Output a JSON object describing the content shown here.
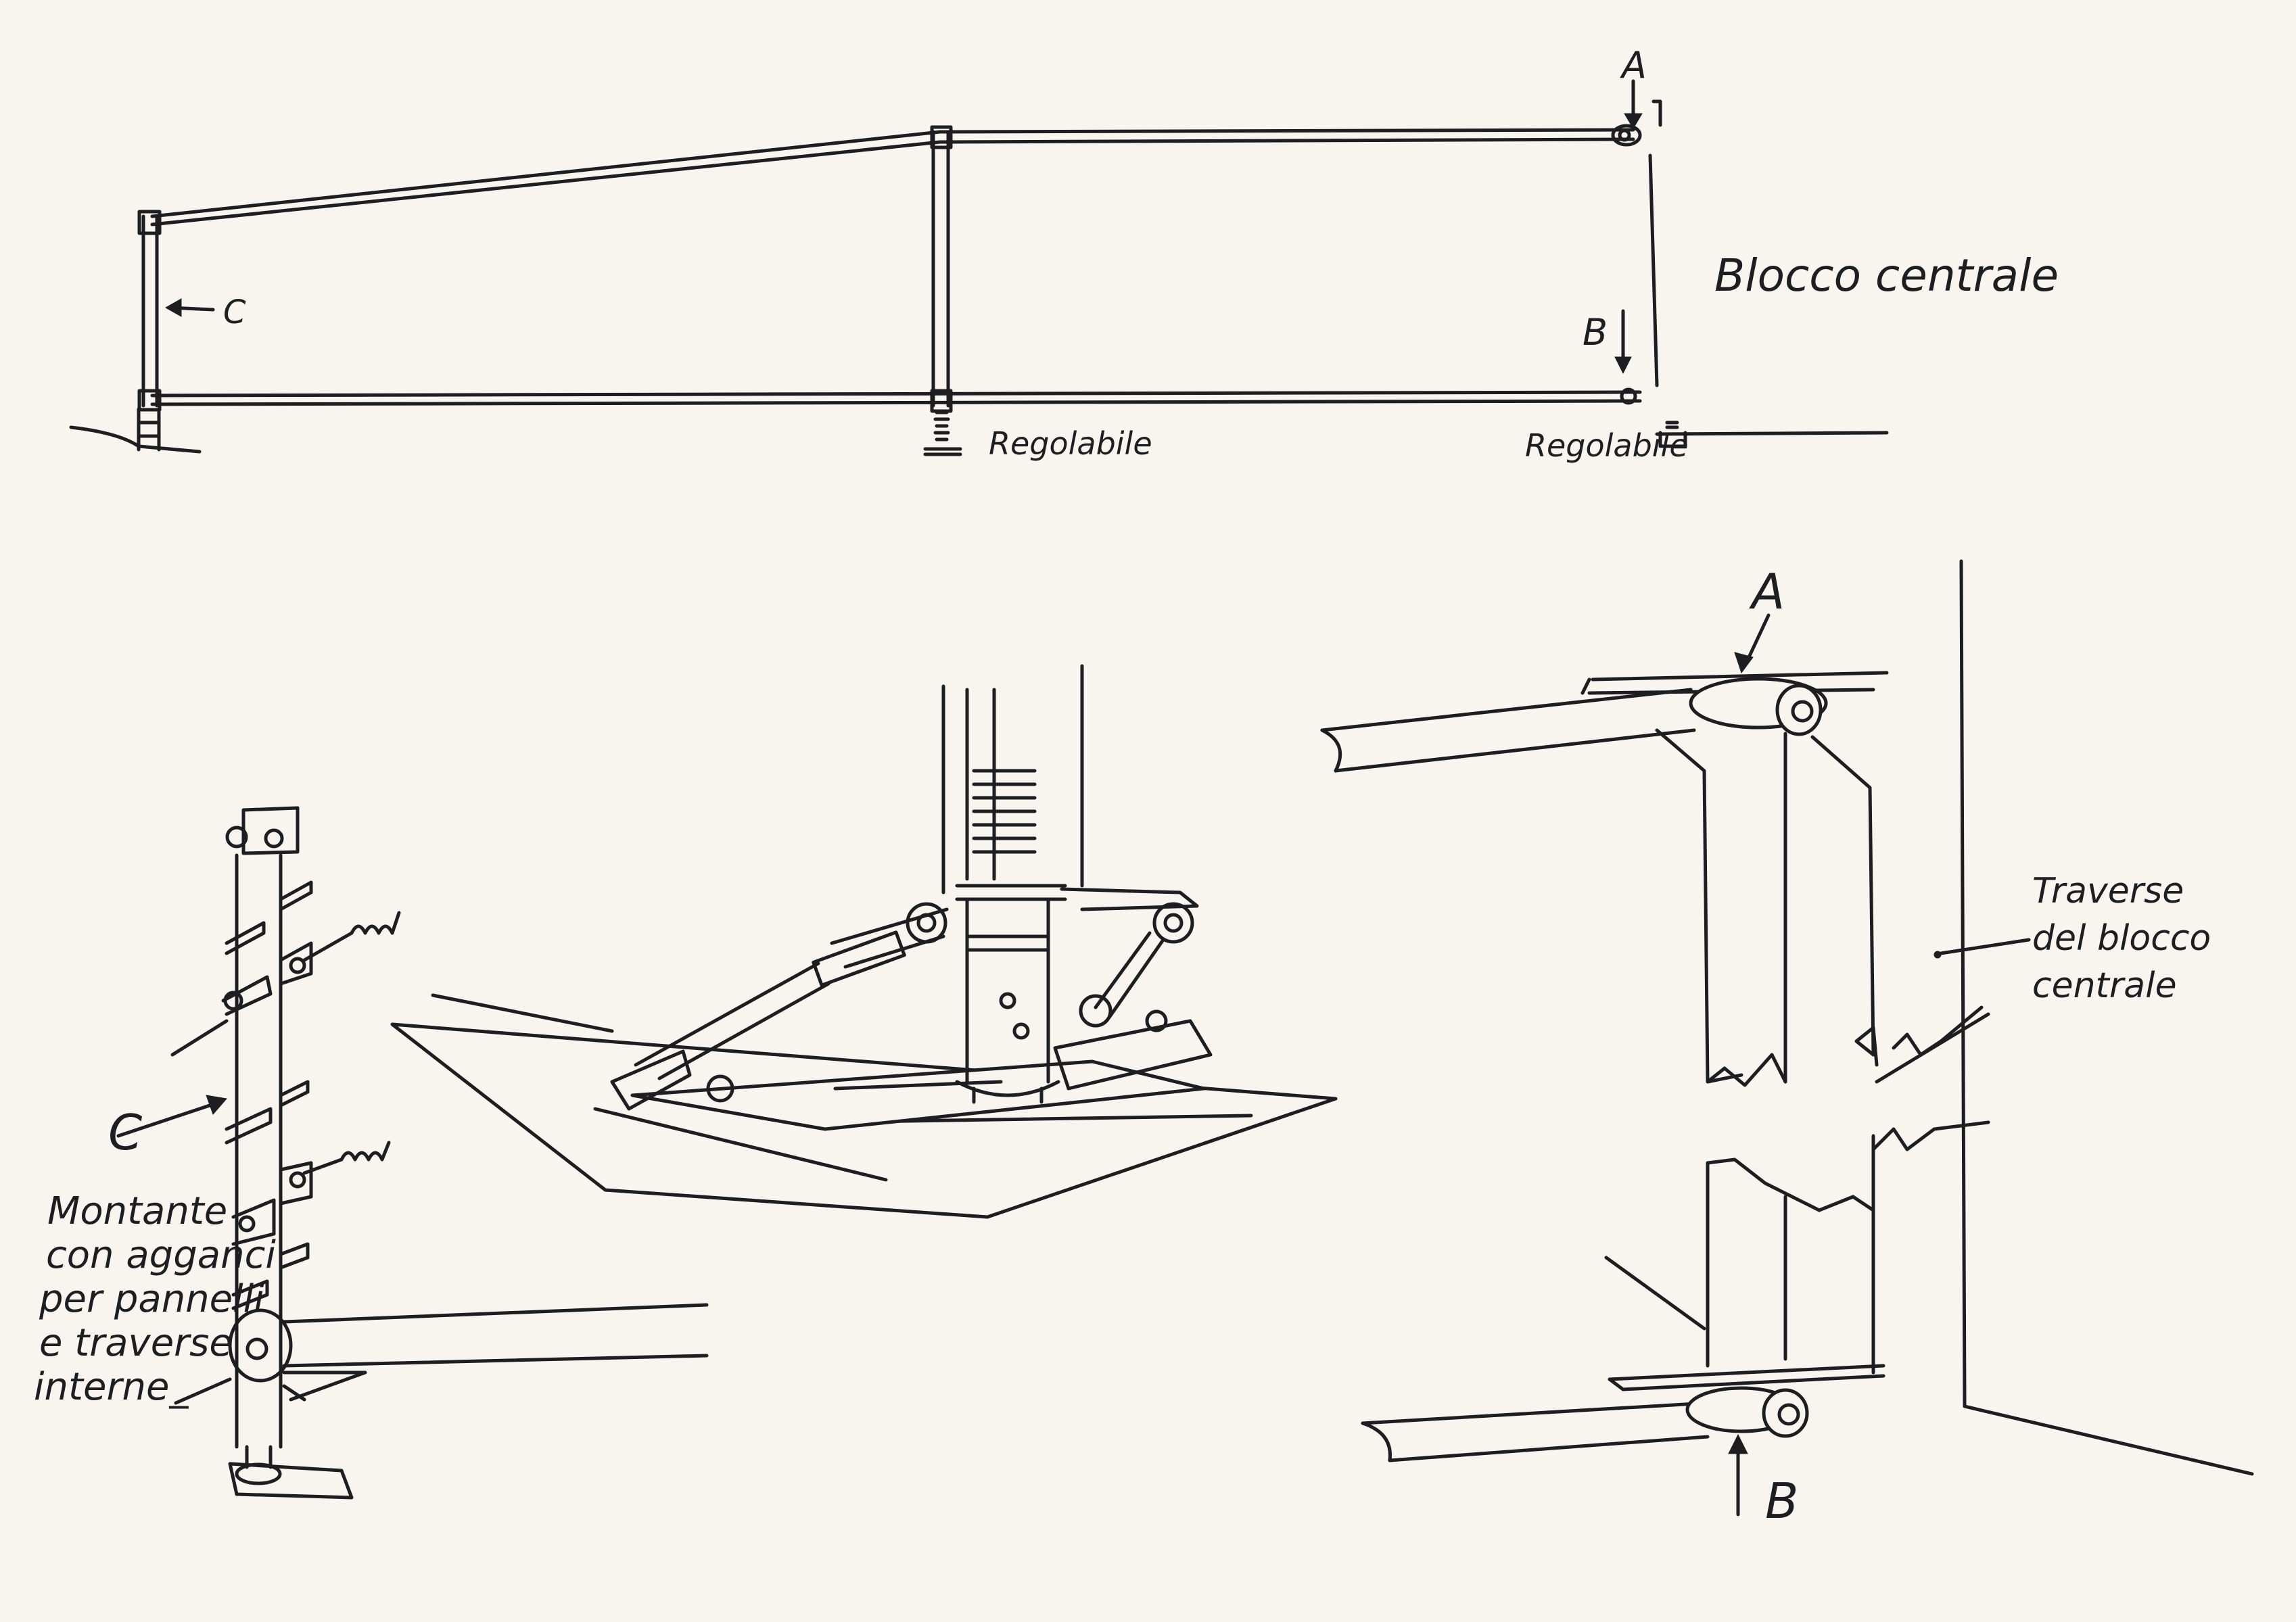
{
  "labels": {
    "central_block": "Blocco centrale",
    "adjustable_1": "Regolabile",
    "adjustable_2": "Regolabile",
    "marker_a_top": "A",
    "marker_b_top": "B",
    "marker_c_top": "C",
    "marker_a_detail": "A",
    "marker_b_detail": "B",
    "marker_c_detail": "C",
    "traverse_line1": "Traverse",
    "traverse_line2": "del blocco",
    "traverse_line3": "centrale",
    "post_line1": "Montante",
    "post_line2": "con agganci",
    "post_line3": "per pannelli",
    "post_line4": "e traverse",
    "post_line5": "interne_"
  },
  "colors": {
    "ink": "#1e1e22",
    "paper": "#f8f5ef"
  }
}
